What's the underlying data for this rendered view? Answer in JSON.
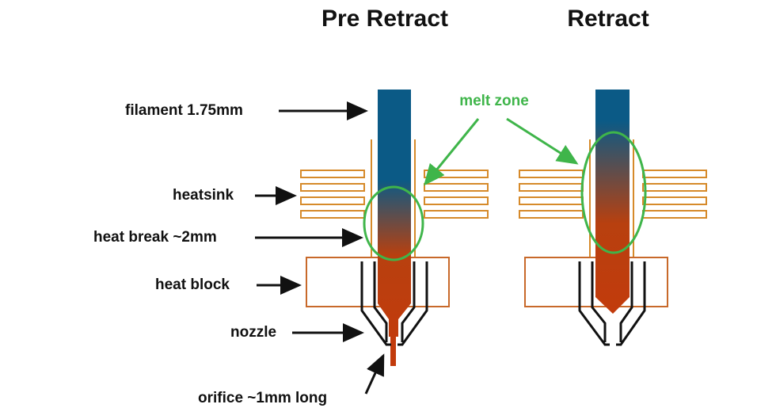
{
  "titles": {
    "pre": "Pre Retract",
    "retract": "Retract"
  },
  "labels": {
    "filament": "filament 1.75mm",
    "heatsink": "heatsink",
    "heat_break": "heat break ~2mm",
    "heat_block": "heat block",
    "nozzle": "nozzle",
    "orifice": "orifice ~1mm long",
    "melt_zone": "melt zone"
  },
  "colors": {
    "filament_blue": "#0b5a86",
    "melt_red": "#c23b0c",
    "heatsink_orange": "#d68a2a",
    "heatblock_orange": "#c8692a",
    "melt_zone_green": "#3fb54a",
    "outline_black": "#111111"
  }
}
